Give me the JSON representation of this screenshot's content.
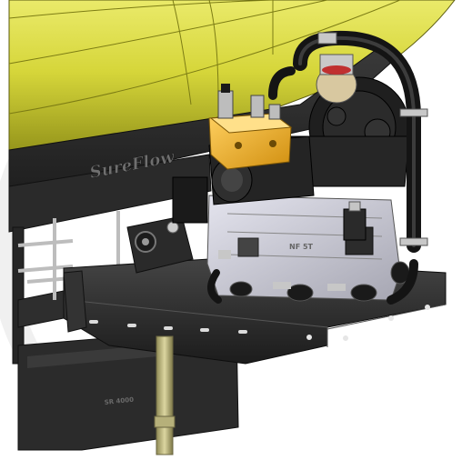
{
  "scene": {
    "subject": "tank-mounted pump assembly render"
  },
  "labels": {
    "brand": "SureFlow",
    "housing_stamp": "NF 5T",
    "frame_stamp": "SR 4000"
  },
  "colors": {
    "tank": "#d9d93a",
    "tank_shadow": "#9e9e1c",
    "manifold": "#f0b42a",
    "bracket": "#2c2c2c",
    "pump_housing": "#c9c9d2",
    "hose": "#1b1b1b",
    "shaft": "#c9c38a"
  }
}
